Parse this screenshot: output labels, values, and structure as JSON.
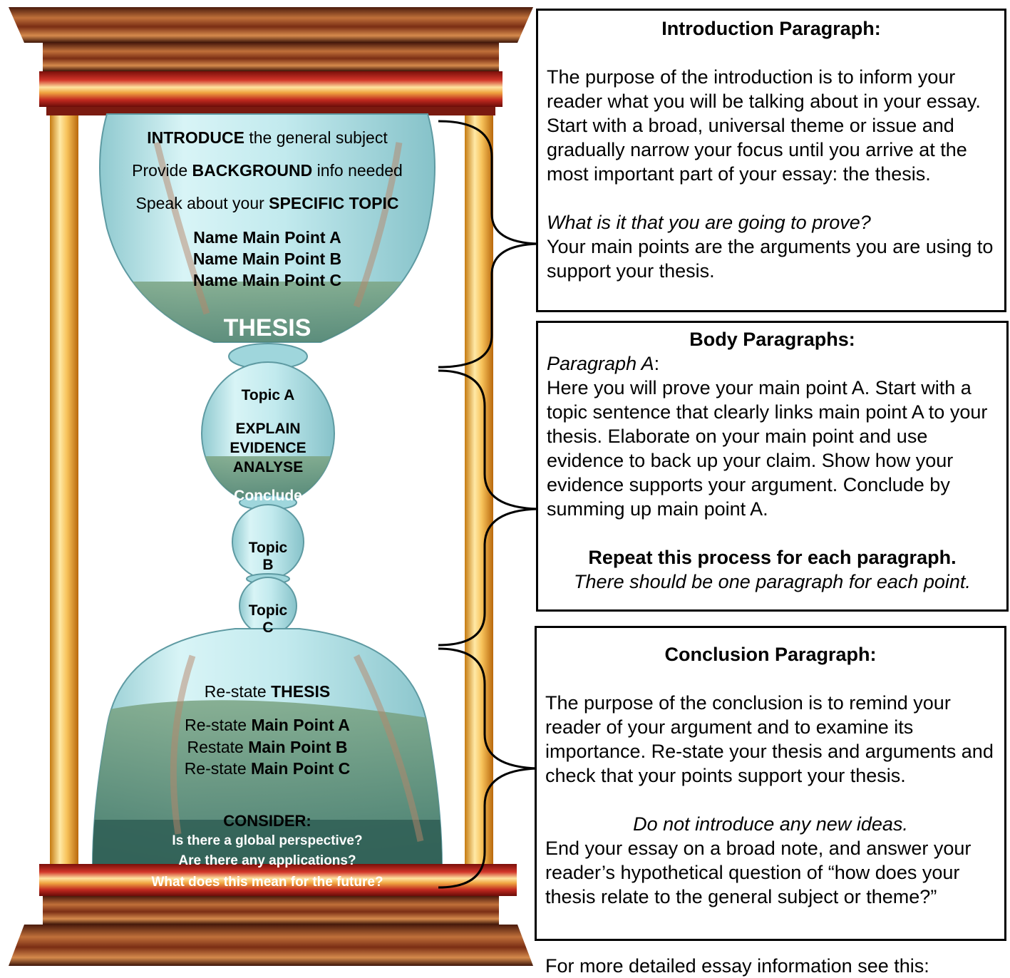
{
  "hourglass": {
    "intro": {
      "line1_bold": "INTRODUCE",
      "line1_rest": " the general subject",
      "line2_pre": "Provide ",
      "line2_bold": "BACKGROUND",
      "line2_rest": " info needed",
      "line3_pre": "Speak about your ",
      "line3_bold": "SPECIFIC TOPIC",
      "point_a": "Name Main Point A",
      "point_b": "Name Main Point B",
      "point_c": "Name Main Point C",
      "thesis": "THESIS"
    },
    "body_a": {
      "topic": "Topic A",
      "explain": "EXPLAIN",
      "evidence": "EVIDENCE",
      "analyse": "ANALYSE",
      "conclude": "Conclude"
    },
    "body_b": {
      "topic": "Topic",
      "letter": "B"
    },
    "body_c": {
      "topic": "Topic",
      "letter": "C"
    },
    "conclusion": {
      "restate_pre": "Re-state ",
      "restate_bold": "THESIS",
      "pa_pre": "Re-state ",
      "pa_bold": "Main Point A",
      "pb_pre": "Restate ",
      "pb_bold": "Main Point B",
      "pc_pre": "Re-state ",
      "pc_bold": "Main Point C",
      "consider": "CONSIDER:",
      "q1": "Is there a global perspective?",
      "q2": "Are there any applications?",
      "q3": "What does this mean for the future?"
    }
  },
  "panels": {
    "intro": {
      "title": "Introduction Paragraph:",
      "body": "The purpose of the introduction is to inform your reader what you will be talking about in your essay. Start with a broad, universal theme or issue and gradually narrow your focus until you arrive at the most important part of your essay: the thesis.",
      "question": "What is it that you are going to prove?",
      "support": "Your main points are the arguments you are using to support your thesis."
    },
    "body": {
      "title": "Body Paragraphs:",
      "para_label": "Paragraph A",
      "colon": ":",
      "text": "Here you will prove your main point A. Start with a topic sentence that clearly links main point A to your thesis. Elaborate on your main point and use evidence to back up your claim. Show how your evidence supports your argument. Conclude by summing up main point A.",
      "repeat": "Repeat this process for each paragraph.",
      "note": "There should be one paragraph for each point."
    },
    "conclusion": {
      "title": "Conclusion Paragraph:",
      "body": "The purpose of the conclusion is to remind your reader of your argument and to examine its importance. Re-state your thesis and arguments and check that your points support your thesis.",
      "warning": "Do not introduce any new ideas.",
      "end": "End your essay on a broad note, and answer your reader’s hypothetical question of “how does your thesis relate to the general subject or theme?”"
    }
  },
  "footer": "For more detailed essay information see this:",
  "colors": {
    "glass": "#bfe9ee",
    "liquid": "#5f8f72",
    "wood": "#8a3a1c",
    "gold": "#f6b64a",
    "frame_red": "#b3261e"
  }
}
